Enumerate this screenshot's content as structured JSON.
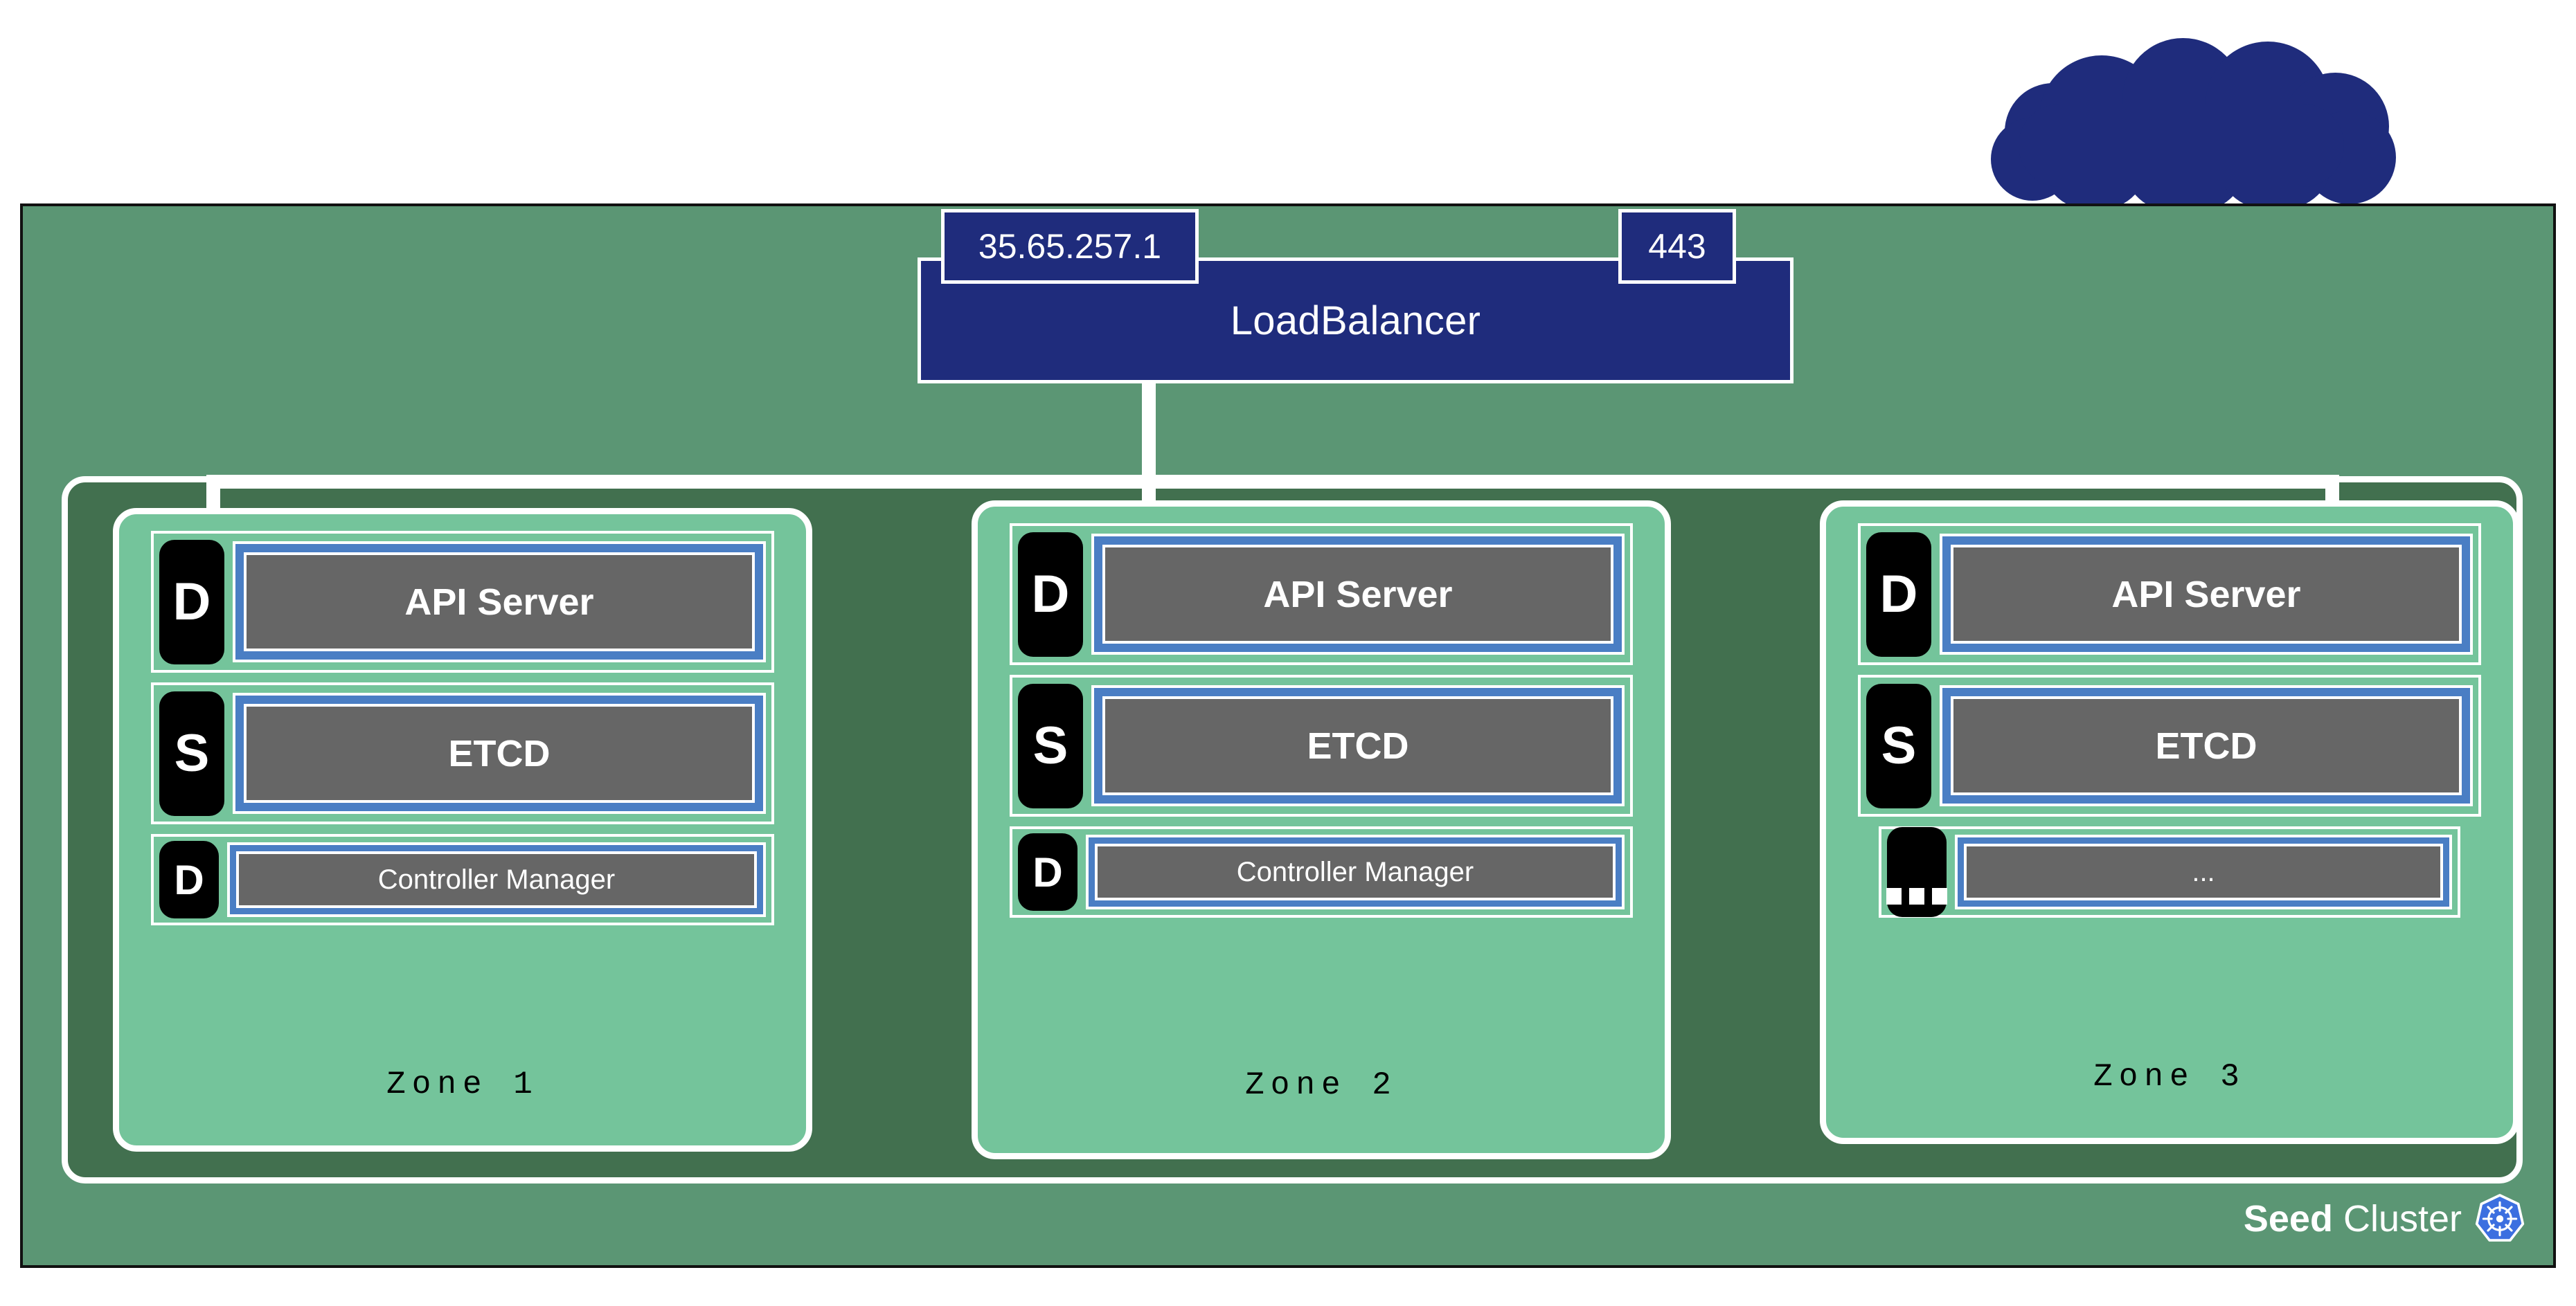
{
  "diagram": {
    "title": "Seed Cluster high-availability control plane across zones",
    "colors": {
      "navy": "#1f2c7c",
      "seed_green": "#5b9674",
      "container_green": "#42704f",
      "zone_green": "#74c49b",
      "card_blue": "#4a7ec4",
      "card_gray": "#666666",
      "badge_black": "#000000",
      "border_white": "#ffffff",
      "k8s_blue": "#3c6fe0"
    }
  },
  "cloud": {
    "icon": "cloud-icon"
  },
  "loadbalancer": {
    "label": "LoadBalancer",
    "ip_badge": "35.65.257.1",
    "port_badge": "443"
  },
  "zones": [
    {
      "label": "Zone 1",
      "rows": [
        {
          "badge": "D",
          "badge_kind": "letter",
          "name": "API Server",
          "emphasis": "bold",
          "size": "large"
        },
        {
          "badge": "S",
          "badge_kind": "letter",
          "name": "ETCD",
          "emphasis": "bold",
          "size": "large"
        },
        {
          "badge": "D",
          "badge_kind": "letter",
          "name": "Controller Manager",
          "emphasis": "regular",
          "size": "small"
        }
      ]
    },
    {
      "label": "Zone 2",
      "rows": [
        {
          "badge": "D",
          "badge_kind": "letter",
          "name": "API Server",
          "emphasis": "bold",
          "size": "large"
        },
        {
          "badge": "S",
          "badge_kind": "letter",
          "name": "ETCD",
          "emphasis": "bold",
          "size": "large"
        },
        {
          "badge": "D",
          "badge_kind": "letter",
          "name": "Controller Manager",
          "emphasis": "regular",
          "size": "small"
        }
      ]
    },
    {
      "label": "Zone 3",
      "rows": [
        {
          "badge": "D",
          "badge_kind": "letter",
          "name": "API Server",
          "emphasis": "bold",
          "size": "large"
        },
        {
          "badge": "S",
          "badge_kind": "letter",
          "name": "ETCD",
          "emphasis": "bold",
          "size": "large"
        },
        {
          "badge": "...",
          "badge_kind": "dots",
          "name": "...",
          "emphasis": "regular",
          "size": "small"
        }
      ]
    }
  ],
  "footer": {
    "brand_bold": "Seed",
    "brand_rest": " Cluster",
    "logo": "kubernetes-icon"
  }
}
